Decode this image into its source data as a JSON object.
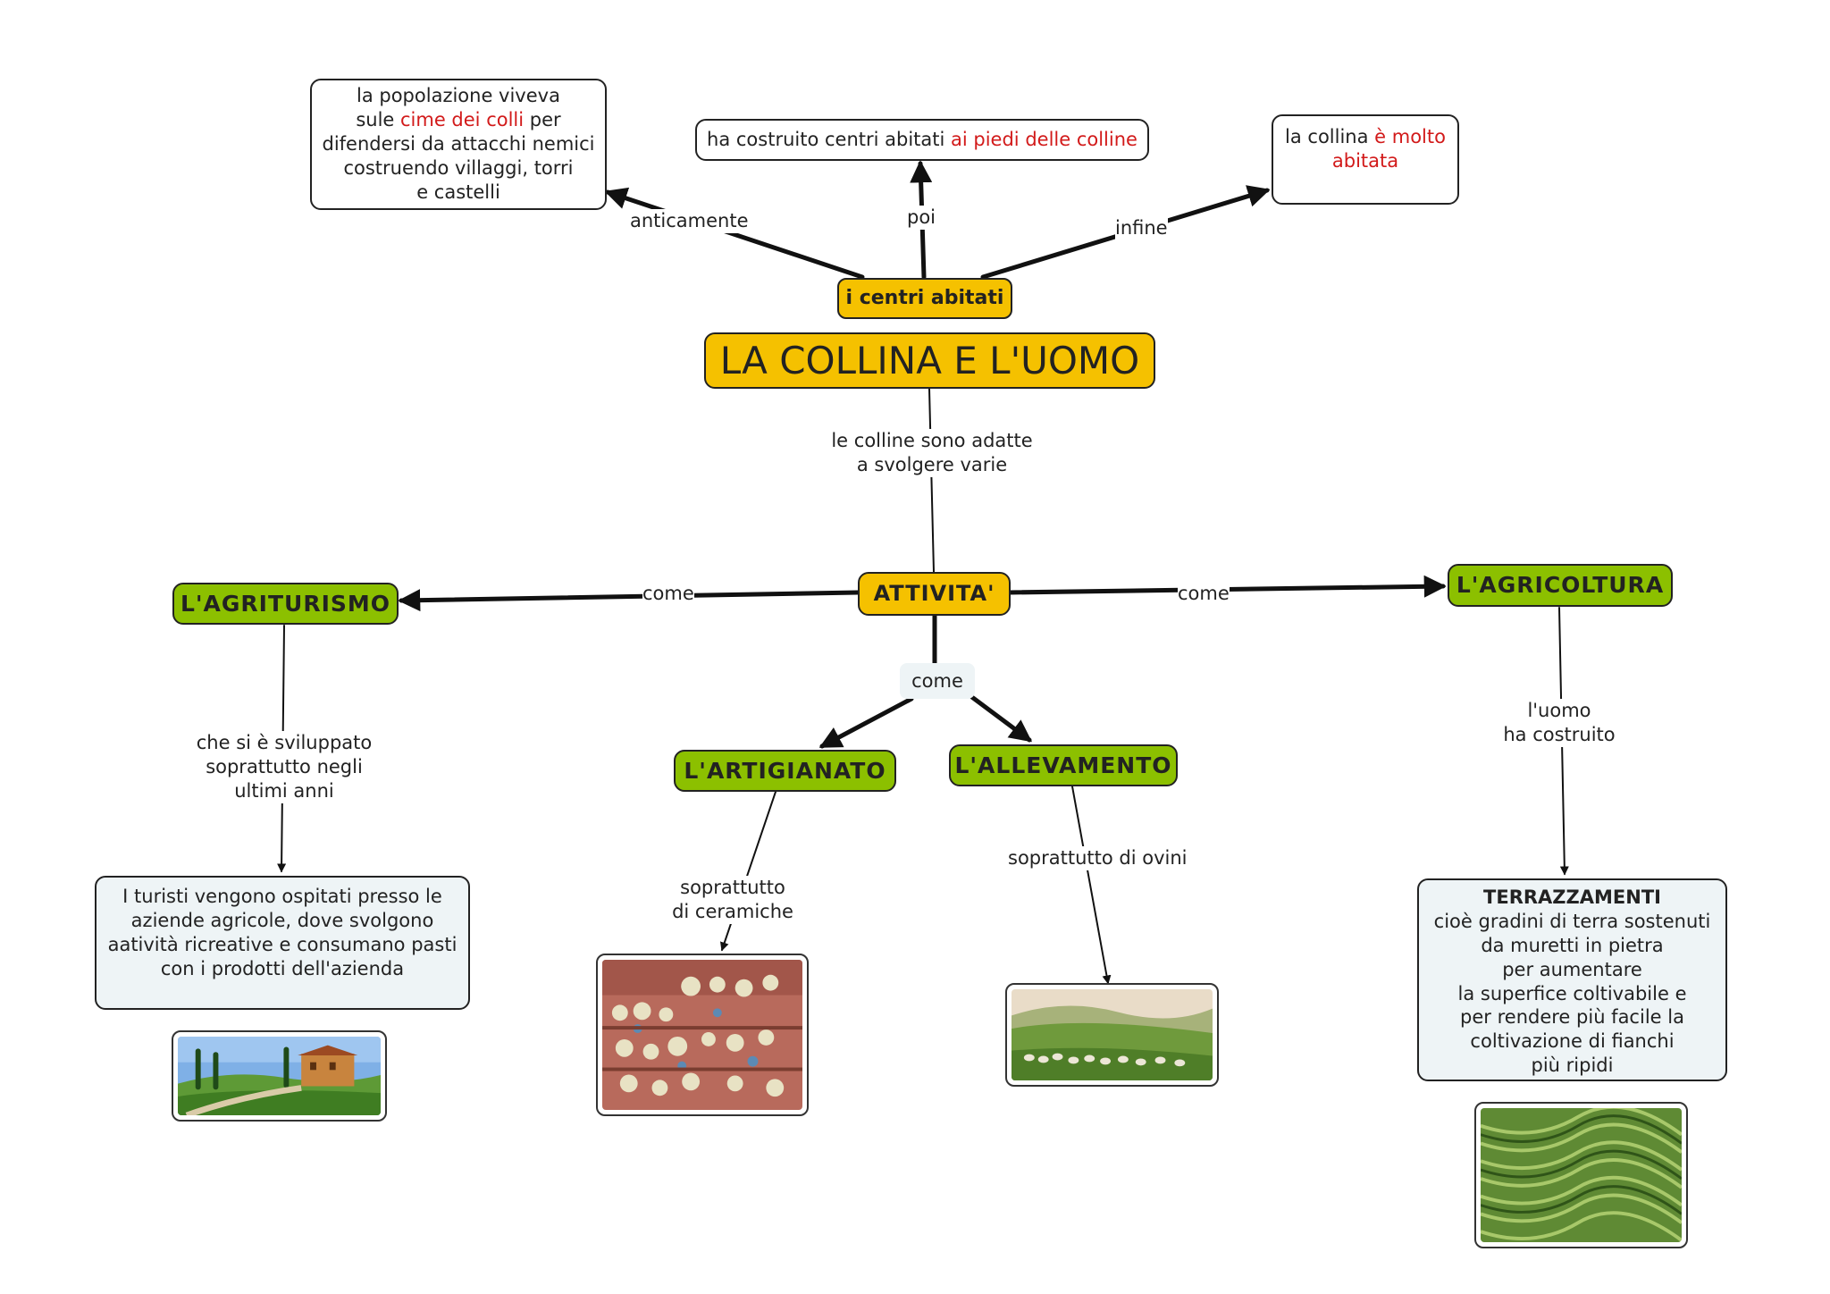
{
  "title": "LA COLLINA E L'UOMO",
  "centri": {
    "node": "i centri abitati",
    "link_left": "anticamente",
    "link_mid": "poi",
    "link_right": "infine",
    "left": {
      "p1": "la popolazione viveva",
      "p2a": "sule ",
      "p2b": "cime dei colli",
      "p2c": " per",
      "p3": "difendersi da attacchi nemici",
      "p4": "costruendo villaggi, torri",
      "p5": "e castelli"
    },
    "mid": {
      "a": "ha costruito centri abitati ",
      "b": "ai piedi delle colline"
    },
    "right": {
      "a": "la collina ",
      "b": "è molto",
      "c": "abitata"
    }
  },
  "link_attivita": {
    "l1": "le colline sono adatte",
    "l2": "a svolgere varie"
  },
  "attivita": "ATTIVITA'",
  "come_left": "come",
  "come_right": "come",
  "come_center": "come",
  "agriturismo": {
    "node": "L'AGRITURISMO",
    "link": {
      "l1": "che si è sviluppato",
      "l2": "soprattutto negli",
      "l3": "ultimi anni"
    },
    "desc": {
      "l1": "I turisti vengono ospitati presso le",
      "l2": "aziende agricole, dove svolgono",
      "l3": "aatività ricreative e consumano pasti",
      "l4": "con i prodotti dell'azienda"
    }
  },
  "artigianato": {
    "node": "L'ARTIGIANATO",
    "link": {
      "l1": "soprattutto",
      "l2": "di ceramiche"
    }
  },
  "allevamento": {
    "node": "L'ALLEVAMENTO",
    "link": "soprattutto di ovini"
  },
  "agricoltura": {
    "node": "L'AGRICOLTURA",
    "link": {
      "l1": "l'uomo",
      "l2": "ha costruito"
    },
    "desc": {
      "title": "TERRAZZAMENTI",
      "l1": "cioè gradini di terra  sostenuti",
      "l2": "da muretti in pietra",
      "l3": "per aumentare",
      "l4": "la superfice coltivabile e",
      "l5": "per rendere più facile la",
      "l6": "coltivazione di fianchi",
      "l7": "più ripidi"
    }
  },
  "colors": {
    "yellow": "#f5c100",
    "green": "#8cc000",
    "highlight": "#d21a1a",
    "pale": "#eef4f6"
  }
}
